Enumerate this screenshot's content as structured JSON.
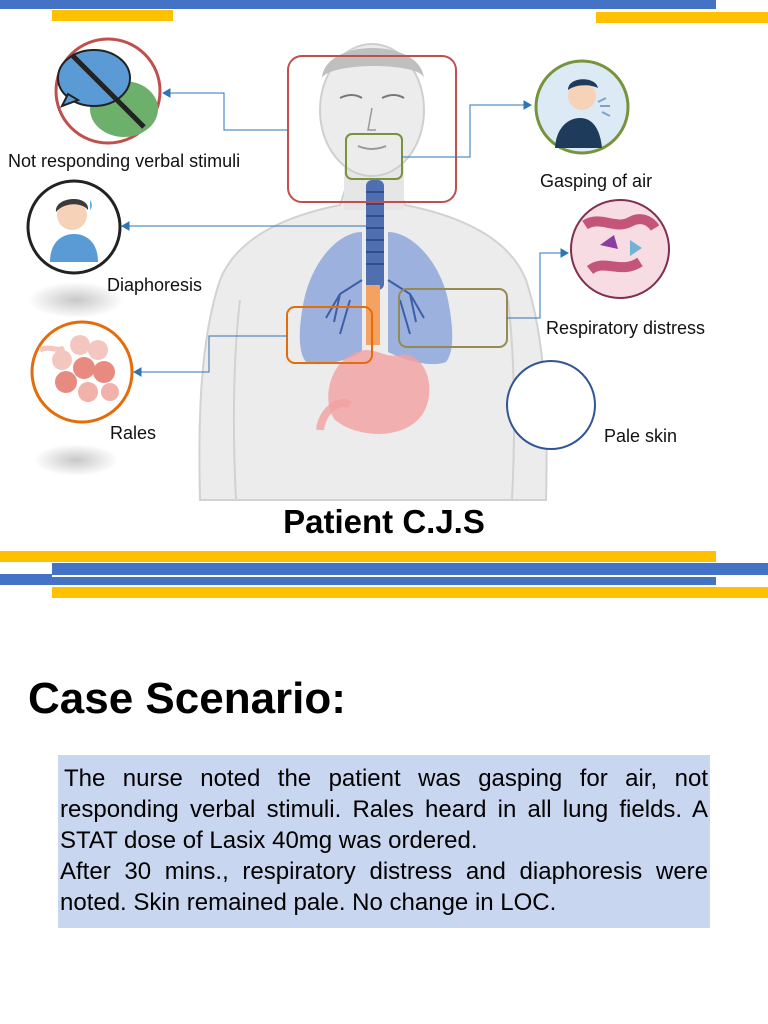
{
  "labels": {
    "not_responding": "Not responding verbal stimuli",
    "gasping": "Gasping of air",
    "diaphoresis": "Diaphoresis",
    "respiratory_distress": "Respiratory distress",
    "rales": "Rales",
    "pale_skin": "Pale skin"
  },
  "patient_title": "Patient C.J.S",
  "case_scenario": {
    "title": "Case Scenario:",
    "paragraph_1": "The nurse noted the patient was gasping for air, not responding verbal stimuli. Rales heard in all lung fields. A STAT dose of Lasix 40mg was ordered.",
    "paragraph_2": "After 30 mins., respiratory distress and diaphoresis were noted. Skin remained pale. No change in LOC."
  },
  "colors": {
    "stripe_blue": "#4472c4",
    "stripe_gold": "#ffc000",
    "box_red": "#c0504d",
    "box_green": "#77933c",
    "box_orange": "#e46c0a",
    "box_olive": "#948a54",
    "circle_blue": "#2f5597",
    "connector": "#2e75b6",
    "highlight_bg": "#c9d6ef"
  }
}
